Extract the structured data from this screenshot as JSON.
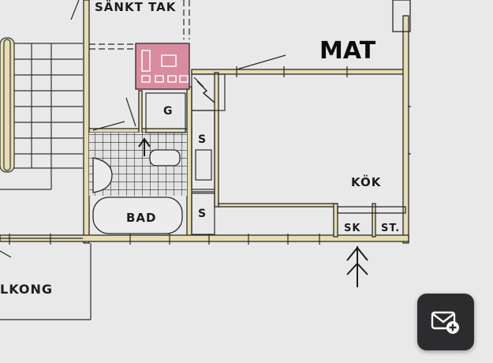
{
  "labels": {
    "sankt_tak": "SÄNKT TAK",
    "mat": "MAT",
    "g": "G",
    "s_top": "S",
    "s_bottom": "S",
    "kok": "KÖK",
    "bad": "BAD",
    "sk": "SK",
    "st": "ST.",
    "balkong": "LKONG"
  },
  "colors": {
    "wall_fill": "#e6ddb4",
    "wall_line": "#2a2a2a",
    "highlight": "#d98c9f",
    "button_bg": "#2c2c2e"
  },
  "icons": {
    "add_mail": "mail-plus-icon"
  }
}
